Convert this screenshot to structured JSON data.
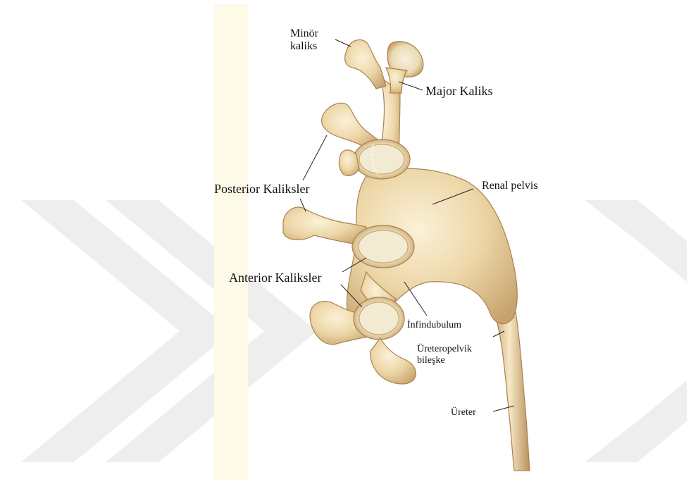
{
  "diagram": {
    "labels": {
      "minor_calyx": "Minör\nkaliks",
      "major_calyx": "Major Kaliks",
      "renal_pelvis": "Renal pelvis",
      "posterior_calyces": "Posterior Kaliksler",
      "anterior_calyces": "Anterior Kaliksler",
      "infundibulum": "İnfindubulum",
      "ureteropelvic_junction": "Üreteropelvik\nbileşke",
      "ureter": "Üreter"
    },
    "colors": {
      "tissue_light": "#f4e6c4",
      "tissue_mid": "#e6cc99",
      "tissue_dark": "#b89460",
      "cup_inner": "#f1e8cf",
      "background_panel": "#fdfbe8",
      "watermark": "#eeeeee"
    }
  }
}
